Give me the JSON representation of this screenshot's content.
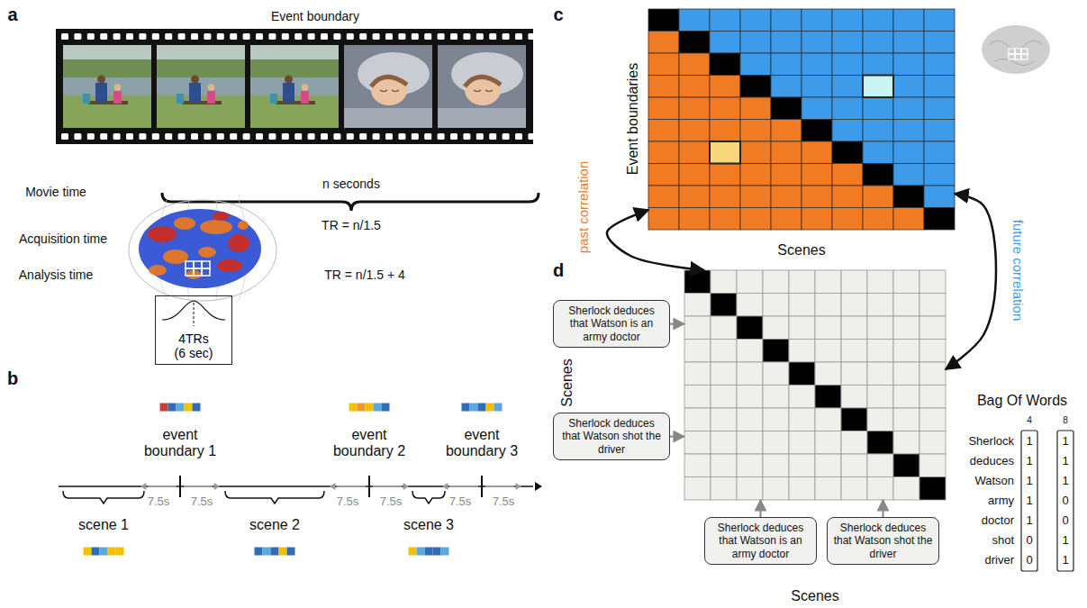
{
  "diagram": {
    "nodes": [
      {
        "text": [
          "4TRs (6 sec)"
        ]
      },
      {
        "text": [
          "Event boundaries",
          "Scenes"
        ]
      },
      {
        "text": [
          "Scenes",
          "Scenes"
        ]
      },
      {
        "text": [
          "Sherlock deduces that Watson is an army doctor"
        ]
      },
      {
        "text": [
          "Sherlock deduces that Watson shot the driver"
        ]
      },
      {
        "text": [
          "Sherlock deduces that Watson is an army doctor"
        ]
      },
      {
        "text": [
          "Sherlock deduces that Watson shot the driver"
        ]
      }
    ],
    "edges": [
      {
        "from": 2,
        "to": 1,
        "label": "past correlation",
        "arrow": "both"
      },
      {
        "from": 2,
        "to": 1,
        "label": "future correlation",
        "arrow": "both"
      },
      {
        "from": 3,
        "to": 2,
        "arrow": "to"
      },
      {
        "from": 4,
        "to": 2,
        "arrow": "to"
      },
      {
        "from": 5,
        "to": 2,
        "arrow": "to"
      },
      {
        "from": 6,
        "to": 2,
        "arrow": "to"
      }
    ],
    "labels": [
      "a",
      "Event boundary",
      "Movie time",
      "n seconds",
      "TR = n/1.5",
      "Acquisition time",
      "Analysis time",
      "TR = n/1.5 + 4",
      "b",
      "event boundary 1",
      "event boundary 2",
      "event boundary 3",
      "7.5s",
      "7.5s",
      "7.5s",
      "7.5s",
      "7.5s",
      "7.5s",
      "scene 1",
      "scene 2",
      "scene 3",
      "c",
      "d",
      "Bag Of Words",
      "4",
      "8",
      "Sherlock",
      "deduces",
      "Watson",
      "army",
      "doctor",
      "shot",
      "driver",
      "1",
      "1",
      "1",
      "1",
      "1",
      "0",
      "0",
      "1",
      "1",
      "1",
      "0",
      "0",
      "1",
      "1"
    ]
  }
}
